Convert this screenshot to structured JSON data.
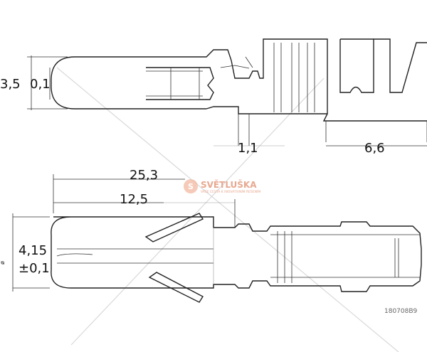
{
  "drawing": {
    "top_view": {
      "height_dim": "3,5",
      "height_tol": "0,1",
      "width_dim": "1,1",
      "length_dim": "6,6"
    },
    "side_view": {
      "total_length": "25,3",
      "pin_length": "12,5",
      "diameter": "4,15",
      "diameter_tol": "±0,1",
      "diameter_symbol": "ø"
    },
    "part_code": "180708B9"
  },
  "watermark": {
    "brand": "SVĚTLUŠKA",
    "tagline": "VAŠE CESTA K INOVATIVNÍM ŘEŠENÍM",
    "colors": {
      "primary": "#f2b8a0",
      "text": "#e8a890"
    }
  }
}
